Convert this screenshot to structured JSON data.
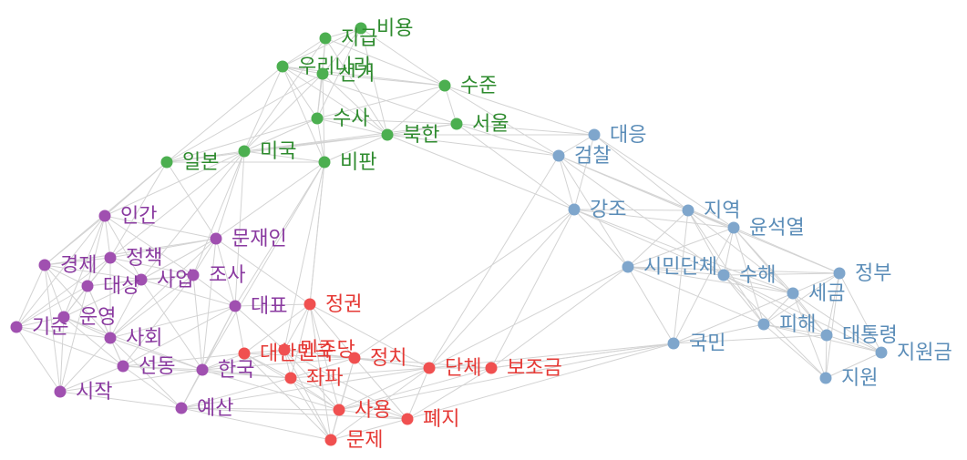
{
  "groups": {
    "green": {
      "color": "#4caf50",
      "text_color": "#2e8b2e"
    },
    "blue": {
      "color": "#7fa6cc",
      "text_color": "#5b8db8"
    },
    "purple": {
      "color": "#a050b0",
      "text_color": "#8a3aa0"
    },
    "red": {
      "color": "#f05050",
      "text_color": "#e53935"
    }
  },
  "nodes": [
    {
      "id": "biyong",
      "label": "비용",
      "group": "green"
    },
    {
      "id": "jigeup",
      "label": "지급",
      "group": "green"
    },
    {
      "id": "urinara",
      "label": "우리나라",
      "group": "green"
    },
    {
      "id": "seongeo",
      "label": "선거",
      "group": "green"
    },
    {
      "id": "sujun",
      "label": "수준",
      "group": "green"
    },
    {
      "id": "susa",
      "label": "수사",
      "group": "green"
    },
    {
      "id": "seoul",
      "label": "서울",
      "group": "green"
    },
    {
      "id": "bukhan",
      "label": "북한",
      "group": "green"
    },
    {
      "id": "ilbon",
      "label": "일본",
      "group": "green"
    },
    {
      "id": "miguk",
      "label": "미국",
      "group": "green"
    },
    {
      "id": "bipan",
      "label": "비판",
      "group": "green"
    },
    {
      "id": "daeeung",
      "label": "대응",
      "group": "blue"
    },
    {
      "id": "geomchal",
      "label": "검찰",
      "group": "blue"
    },
    {
      "id": "gangjo",
      "label": "강조",
      "group": "blue"
    },
    {
      "id": "jiyeok",
      "label": "지역",
      "group": "blue"
    },
    {
      "id": "yoon",
      "label": "윤석열",
      "group": "blue"
    },
    {
      "id": "simin",
      "label": "시민단체",
      "group": "blue"
    },
    {
      "id": "suhae",
      "label": "수해",
      "group": "blue"
    },
    {
      "id": "jeongbu",
      "label": "정부",
      "group": "blue"
    },
    {
      "id": "segeum",
      "label": "세금",
      "group": "blue"
    },
    {
      "id": "pihae",
      "label": "피해",
      "group": "blue"
    },
    {
      "id": "gukmin",
      "label": "국민",
      "group": "blue"
    },
    {
      "id": "president",
      "label": "대통령",
      "group": "blue"
    },
    {
      "id": "jiwongeum",
      "label": "지원금",
      "group": "blue"
    },
    {
      "id": "jiwon",
      "label": "지원",
      "group": "blue"
    },
    {
      "id": "ingan",
      "label": "인간",
      "group": "purple"
    },
    {
      "id": "moon",
      "label": "문재인",
      "group": "purple"
    },
    {
      "id": "gyeongje",
      "label": "경제",
      "group": "purple"
    },
    {
      "id": "jeongchaek",
      "label": "정책",
      "group": "purple"
    },
    {
      "id": "saeop",
      "label": "사업",
      "group": "purple"
    },
    {
      "id": "josa",
      "label": "조사",
      "group": "purple"
    },
    {
      "id": "daesang",
      "label": "대상",
      "group": "purple"
    },
    {
      "id": "daepyo",
      "label": "대표",
      "group": "purple"
    },
    {
      "id": "gijun",
      "label": "기준",
      "group": "purple"
    },
    {
      "id": "unyeong",
      "label": "운영",
      "group": "purple"
    },
    {
      "id": "sahoe",
      "label": "사회",
      "group": "purple"
    },
    {
      "id": "seondong",
      "label": "선동",
      "group": "purple"
    },
    {
      "id": "hanguk",
      "label": "한국",
      "group": "purple"
    },
    {
      "id": "sijak",
      "label": "시작",
      "group": "purple"
    },
    {
      "id": "yesan",
      "label": "예산",
      "group": "purple"
    },
    {
      "id": "jeonggwon",
      "label": "정권",
      "group": "red"
    },
    {
      "id": "daehanminguk",
      "label": "대한민국",
      "group": "red"
    },
    {
      "id": "minjudang",
      "label": "민주당",
      "group": "red"
    },
    {
      "id": "jeongchi",
      "label": "정치",
      "group": "red"
    },
    {
      "id": "jwapa",
      "label": "좌파",
      "group": "red"
    },
    {
      "id": "danche",
      "label": "단체",
      "group": "red"
    },
    {
      "id": "bojogeum",
      "label": "보조금",
      "group": "red"
    },
    {
      "id": "sayong",
      "label": "사용",
      "group": "red"
    },
    {
      "id": "pyeji",
      "label": "폐지",
      "group": "red"
    },
    {
      "id": "munje",
      "label": "문제",
      "group": "red"
    }
  ],
  "edges": [
    [
      "biyong",
      "jigeup"
    ],
    [
      "biyong",
      "urinara"
    ],
    [
      "biyong",
      "seongeo"
    ],
    [
      "biyong",
      "sujun"
    ],
    [
      "biyong",
      "bukhan"
    ],
    [
      "biyong",
      "susa"
    ],
    [
      "jigeup",
      "urinara"
    ],
    [
      "jigeup",
      "seongeo"
    ],
    [
      "jigeup",
      "susa"
    ],
    [
      "jigeup",
      "bukhan"
    ],
    [
      "jigeup",
      "miguk"
    ],
    [
      "jigeup",
      "sujun"
    ],
    [
      "urinara",
      "seongeo"
    ],
    [
      "urinara",
      "susa"
    ],
    [
      "urinara",
      "bukhan"
    ],
    [
      "urinara",
      "miguk"
    ],
    [
      "urinara",
      "ilbon"
    ],
    [
      "urinara",
      "bipan"
    ],
    [
      "urinara",
      "sujun"
    ],
    [
      "urinara",
      "seoul"
    ],
    [
      "seongeo",
      "susa"
    ],
    [
      "seongeo",
      "bukhan"
    ],
    [
      "seongeo",
      "miguk"
    ],
    [
      "seongeo",
      "bipan"
    ],
    [
      "seongeo",
      "sujun"
    ],
    [
      "seongeo",
      "ilbon"
    ],
    [
      "sujun",
      "bukhan"
    ],
    [
      "sujun",
      "seoul"
    ],
    [
      "sujun",
      "susa"
    ],
    [
      "sujun",
      "daeeung"
    ],
    [
      "sujun",
      "geomchal"
    ],
    [
      "susa",
      "bukhan"
    ],
    [
      "susa",
      "miguk"
    ],
    [
      "susa",
      "ilbon"
    ],
    [
      "susa",
      "bipan"
    ],
    [
      "susa",
      "seoul"
    ],
    [
      "seoul",
      "bukhan"
    ],
    [
      "seoul",
      "geomchal"
    ],
    [
      "seoul",
      "daeeung"
    ],
    [
      "seoul",
      "gangjo"
    ],
    [
      "seoul",
      "miguk"
    ],
    [
      "bukhan",
      "miguk"
    ],
    [
      "bukhan",
      "ilbon"
    ],
    [
      "bukhan",
      "bipan"
    ],
    [
      "bukhan",
      "geomchal"
    ],
    [
      "bukhan",
      "gangjo"
    ],
    [
      "bukhan",
      "daeeung"
    ],
    [
      "ilbon",
      "miguk"
    ],
    [
      "ilbon",
      "bipan"
    ],
    [
      "ilbon",
      "ingan"
    ],
    [
      "ilbon",
      "gyeongje"
    ],
    [
      "ilbon",
      "jeongchaek"
    ],
    [
      "ilbon",
      "moon"
    ],
    [
      "miguk",
      "bipan"
    ],
    [
      "miguk",
      "moon"
    ],
    [
      "miguk",
      "ingan"
    ],
    [
      "miguk",
      "jeongchaek"
    ],
    [
      "miguk",
      "saeop"
    ],
    [
      "miguk",
      "josa"
    ],
    [
      "miguk",
      "daepyo"
    ],
    [
      "bipan",
      "moon"
    ],
    [
      "bipan",
      "jeonggwon"
    ],
    [
      "bipan",
      "daepyo"
    ],
    [
      "bipan",
      "hanguk"
    ],
    [
      "bipan",
      "minjudang"
    ],
    [
      "daeeung",
      "geomchal"
    ],
    [
      "daeeung",
      "gangjo"
    ],
    [
      "daeeung",
      "jiyeok"
    ],
    [
      "daeeung",
      "yoon"
    ],
    [
      "geomchal",
      "gangjo"
    ],
    [
      "geomchal",
      "jiyeok"
    ],
    [
      "geomchal",
      "yoon"
    ],
    [
      "geomchal",
      "simin"
    ],
    [
      "geomchal",
      "suhae"
    ],
    [
      "gangjo",
      "jiyeok"
    ],
    [
      "gangjo",
      "yoon"
    ],
    [
      "gangjo",
      "simin"
    ],
    [
      "gangjo",
      "suhae"
    ],
    [
      "gangjo",
      "segeum"
    ],
    [
      "gangjo",
      "danche"
    ],
    [
      "gangjo",
      "bojogeum"
    ],
    [
      "jiyeok",
      "yoon"
    ],
    [
      "jiyeok",
      "simin"
    ],
    [
      "jiyeok",
      "suhae"
    ],
    [
      "jiyeok",
      "segeum"
    ],
    [
      "jiyeok",
      "pihae"
    ],
    [
      "jiyeok",
      "jeongbu"
    ],
    [
      "jiyeok",
      "gukmin"
    ],
    [
      "yoon",
      "simin"
    ],
    [
      "yoon",
      "suhae"
    ],
    [
      "yoon",
      "segeum"
    ],
    [
      "yoon",
      "jeongbu"
    ],
    [
      "yoon",
      "pihae"
    ],
    [
      "yoon",
      "president"
    ],
    [
      "yoon",
      "gukmin"
    ],
    [
      "simin",
      "suhae"
    ],
    [
      "simin",
      "segeum"
    ],
    [
      "simin",
      "pihae"
    ],
    [
      "simin",
      "jeongbu"
    ],
    [
      "simin",
      "gukmin"
    ],
    [
      "simin",
      "danche"
    ],
    [
      "simin",
      "bojogeum"
    ],
    [
      "suhae",
      "jeongbu"
    ],
    [
      "suhae",
      "segeum"
    ],
    [
      "suhae",
      "pihae"
    ],
    [
      "suhae",
      "president"
    ],
    [
      "suhae",
      "jiwon"
    ],
    [
      "suhae",
      "jiwongeum"
    ],
    [
      "jeongbu",
      "segeum"
    ],
    [
      "jeongbu",
      "pihae"
    ],
    [
      "jeongbu",
      "president"
    ],
    [
      "jeongbu",
      "jiwongeum"
    ],
    [
      "jeongbu",
      "jiwon"
    ],
    [
      "segeum",
      "pihae"
    ],
    [
      "segeum",
      "president"
    ],
    [
      "segeum",
      "jiwongeum"
    ],
    [
      "segeum",
      "jiwon"
    ],
    [
      "segeum",
      "gukmin"
    ],
    [
      "pihae",
      "president"
    ],
    [
      "pihae",
      "jiwongeum"
    ],
    [
      "pihae",
      "jiwon"
    ],
    [
      "pihae",
      "gukmin"
    ],
    [
      "gukmin",
      "president"
    ],
    [
      "gukmin",
      "danche"
    ],
    [
      "gukmin",
      "bojogeum"
    ],
    [
      "gukmin",
      "pyeji"
    ],
    [
      "gukmin",
      "sayong"
    ],
    [
      "president",
      "jiwongeum"
    ],
    [
      "president",
      "jiwon"
    ],
    [
      "jiwongeum",
      "jiwon"
    ],
    [
      "ingan",
      "gyeongje"
    ],
    [
      "ingan",
      "jeongchaek"
    ],
    [
      "ingan",
      "moon"
    ],
    [
      "ingan",
      "daesang"
    ],
    [
      "ingan",
      "unyeong"
    ],
    [
      "ingan",
      "gijun"
    ],
    [
      "ingan",
      "saeop"
    ],
    [
      "ingan",
      "josa"
    ],
    [
      "moon",
      "jeongchaek"
    ],
    [
      "moon",
      "saeop"
    ],
    [
      "moon",
      "josa"
    ],
    [
      "moon",
      "daepyo"
    ],
    [
      "moon",
      "gyeongje"
    ],
    [
      "moon",
      "hanguk"
    ],
    [
      "moon",
      "sahoe"
    ],
    [
      "moon",
      "jeonggwon"
    ],
    [
      "gyeongje",
      "jeongchaek"
    ],
    [
      "gyeongje",
      "daesang"
    ],
    [
      "gyeongje",
      "gijun"
    ],
    [
      "gyeongje",
      "unyeong"
    ],
    [
      "gyeongje",
      "sahoe"
    ],
    [
      "gyeongje",
      "saeop"
    ],
    [
      "gyeongje",
      "sijak"
    ],
    [
      "jeongchaek",
      "saeop"
    ],
    [
      "jeongchaek",
      "daesang"
    ],
    [
      "jeongchaek",
      "josa"
    ],
    [
      "jeongchaek",
      "unyeong"
    ],
    [
      "jeongchaek",
      "gijun"
    ],
    [
      "jeongchaek",
      "sahoe"
    ],
    [
      "saeop",
      "josa"
    ],
    [
      "saeop",
      "daesang"
    ],
    [
      "saeop",
      "daepyo"
    ],
    [
      "saeop",
      "unyeong"
    ],
    [
      "saeop",
      "sahoe"
    ],
    [
      "saeop",
      "hanguk"
    ],
    [
      "josa",
      "daepyo"
    ],
    [
      "josa",
      "daesang"
    ],
    [
      "josa",
      "hanguk"
    ],
    [
      "josa",
      "sahoe"
    ],
    [
      "josa",
      "seondong"
    ],
    [
      "daesang",
      "gijun"
    ],
    [
      "daesang",
      "unyeong"
    ],
    [
      "daesang",
      "sahoe"
    ],
    [
      "daesang",
      "seondong"
    ],
    [
      "daesang",
      "sijak"
    ],
    [
      "daepyo",
      "hanguk"
    ],
    [
      "daepyo",
      "jeonggwon"
    ],
    [
      "daepyo",
      "daehanminguk"
    ],
    [
      "daepyo",
      "minjudang"
    ],
    [
      "daepyo",
      "seondong"
    ],
    [
      "daepyo",
      "sahoe"
    ],
    [
      "daepyo",
      "yesan"
    ],
    [
      "gijun",
      "unyeong"
    ],
    [
      "gijun",
      "sahoe"
    ],
    [
      "gijun",
      "sijak"
    ],
    [
      "gijun",
      "seondong"
    ],
    [
      "unyeong",
      "sahoe"
    ],
    [
      "unyeong",
      "seondong"
    ],
    [
      "unyeong",
      "sijak"
    ],
    [
      "unyeong",
      "hanguk"
    ],
    [
      "sahoe",
      "seondong"
    ],
    [
      "sahoe",
      "hanguk"
    ],
    [
      "sahoe",
      "sijak"
    ],
    [
      "sahoe",
      "yesan"
    ],
    [
      "seondong",
      "hanguk"
    ],
    [
      "seondong",
      "sijak"
    ],
    [
      "seondong",
      "yesan"
    ],
    [
      "seondong",
      "jwapa"
    ],
    [
      "seondong",
      "daehanminguk"
    ],
    [
      "hanguk",
      "yesan"
    ],
    [
      "hanguk",
      "jwapa"
    ],
    [
      "hanguk",
      "daehanminguk"
    ],
    [
      "hanguk",
      "minjudang"
    ],
    [
      "hanguk",
      "jeongchi"
    ],
    [
      "hanguk",
      "sayong"
    ],
    [
      "sijak",
      "yesan"
    ],
    [
      "sijak",
      "hanguk"
    ],
    [
      "yesan",
      "sayong"
    ],
    [
      "yesan",
      "munje"
    ],
    [
      "yesan",
      "jwapa"
    ],
    [
      "yesan",
      "pyeji"
    ],
    [
      "yesan",
      "danche"
    ],
    [
      "jeonggwon",
      "daehanminguk"
    ],
    [
      "jeonggwon",
      "minjudang"
    ],
    [
      "jeonggwon",
      "jeongchi"
    ],
    [
      "jeonggwon",
      "jwapa"
    ],
    [
      "jeonggwon",
      "sayong"
    ],
    [
      "jeonggwon",
      "munje"
    ],
    [
      "jeonggwon",
      "danche"
    ],
    [
      "daehanminguk",
      "minjudang"
    ],
    [
      "daehanminguk",
      "jeongchi"
    ],
    [
      "daehanminguk",
      "jwapa"
    ],
    [
      "daehanminguk",
      "sayong"
    ],
    [
      "daehanminguk",
      "munje"
    ],
    [
      "minjudang",
      "jeongchi"
    ],
    [
      "minjudang",
      "jwapa"
    ],
    [
      "minjudang",
      "danche"
    ],
    [
      "minjudang",
      "sayong"
    ],
    [
      "minjudang",
      "munje"
    ],
    [
      "minjudang",
      "pyeji"
    ],
    [
      "jeongchi",
      "jwapa"
    ],
    [
      "jeongchi",
      "danche"
    ],
    [
      "jeongchi",
      "bojogeum"
    ],
    [
      "jeongchi",
      "sayong"
    ],
    [
      "jeongchi",
      "pyeji"
    ],
    [
      "jeongchi",
      "munje"
    ],
    [
      "jwapa",
      "sayong"
    ],
    [
      "jwapa",
      "munje"
    ],
    [
      "jwapa",
      "danche"
    ],
    [
      "jwapa",
      "pyeji"
    ],
    [
      "danche",
      "bojogeum"
    ],
    [
      "danche",
      "sayong"
    ],
    [
      "danche",
      "pyeji"
    ],
    [
      "danche",
      "munje"
    ],
    [
      "danche",
      "geomchal"
    ],
    [
      "bojogeum",
      "sayong"
    ],
    [
      "bojogeum",
      "pyeji"
    ],
    [
      "bojogeum",
      "gukmin"
    ],
    [
      "sayong",
      "pyeji"
    ],
    [
      "sayong",
      "munje"
    ],
    [
      "pyeji",
      "munje"
    ],
    [
      "jeonggwon",
      "bipan"
    ],
    [
      "jeongchi",
      "gangjo"
    ]
  ]
}
